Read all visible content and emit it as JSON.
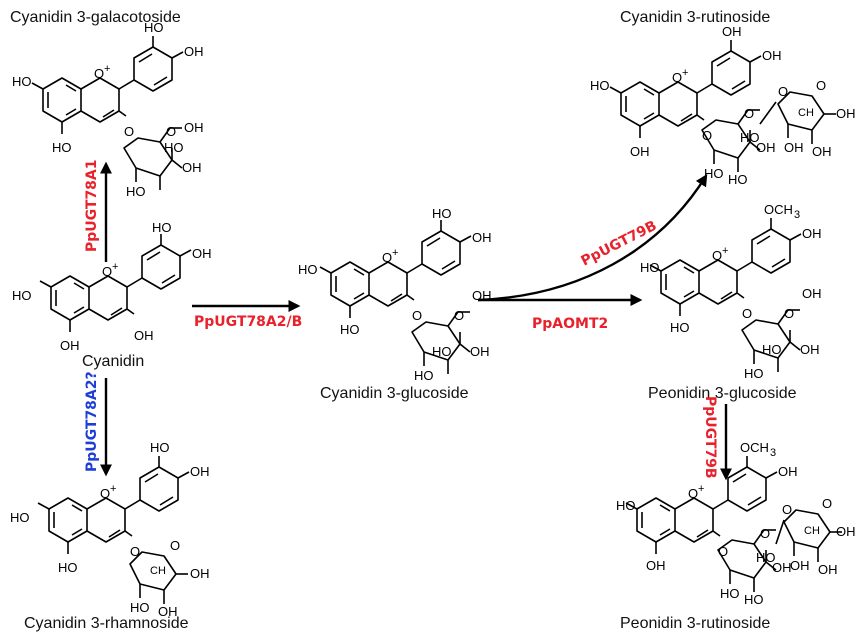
{
  "compounds": {
    "galactoside": "Cyanidin 3-galacotoside",
    "cyanidin": "Cyanidin",
    "rhamnoside": "Cyanidin 3-rhamnoside",
    "glucoside": "Cyanidin 3-glucoside",
    "rutinoside": "Cyanidin 3-rutinoside",
    "peonidin_glucoside": "Peonidin 3-glucoside",
    "peonidin_rutinoside": "Peonidin 3-rutinoside"
  },
  "enzymes": {
    "to_galactoside": "PpUGT78A1",
    "to_rhamnoside": "PpUGT78A2?",
    "to_glucoside": "PpUGT78A2/B",
    "to_rutinoside": "PpUGT79B",
    "to_peonidin": "PpAOMT2",
    "to_peonidin_rutinoside": "PpUGT79B"
  },
  "colors": {
    "enzyme_confirmed": "#e8212b",
    "enzyme_putative": "#1f3fd4",
    "arrow": "#000000"
  },
  "atoms": {
    "HO": "HO",
    "OH": "OH",
    "Oplus": "O",
    "plus": "+",
    "O": "O",
    "OCH3": "OCH",
    "sub3": "3",
    "CH3": "CH",
    "ring_O": "O"
  }
}
